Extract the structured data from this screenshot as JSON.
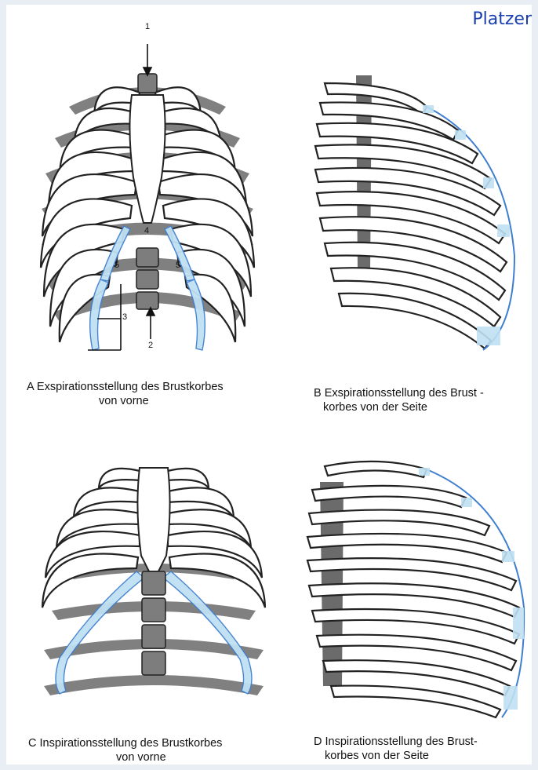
{
  "corner_label": "Platzer",
  "figures": {
    "A": {
      "caption_line1": "A  Exspirationsstellung des Brustkorbes",
      "caption_line2": "von vorne"
    },
    "B": {
      "caption_line1": "B  Exspirationsstellung des Brust -",
      "caption_line2": "korbes   von der Seite"
    },
    "C": {
      "caption_line1": "C  Inspirationsstellung des Brustkorbes",
      "caption_line2": "von vorne"
    },
    "D": {
      "caption_line1": "D  Inspirationsstellung des Brust-",
      "caption_line2": "korbes von der Seite"
    }
  },
  "markers": {
    "m1": "1",
    "m2": "2",
    "m3": "3",
    "m4": "4",
    "m5_left": "5",
    "m5_right": "5"
  },
  "colors": {
    "cartilage": "#bfe0f2",
    "cartilage_stroke": "#3f7fd0",
    "bone_fill": "#ffffff",
    "shadow": "#6b6b6b",
    "vertebra": "#7d7d7d",
    "label_blue": "#1a3fb0"
  }
}
